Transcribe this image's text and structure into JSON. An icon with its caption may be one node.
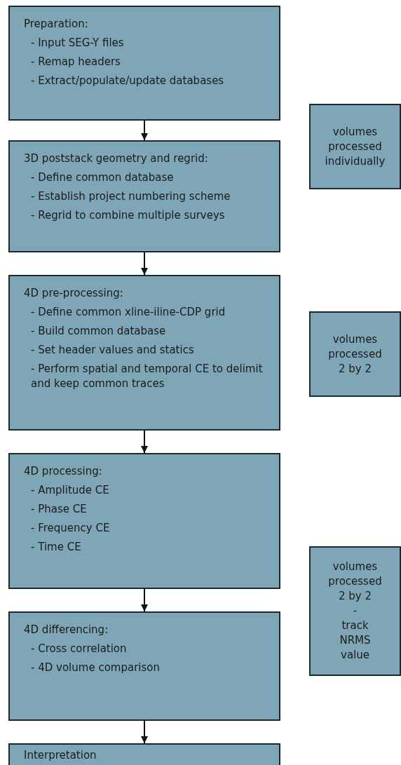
{
  "diagram": {
    "nodes": [
      {
        "text": [
          "Preparation:",
          "- Input SEG-Y files",
          "- Remap headers",
          "- Extract/populate/update databases"
        ]
      },
      {
        "text": [
          "3D poststack geometry and regrid:",
          "- Define common database",
          "- Establish project numbering scheme",
          "- Regrid to combine multiple surveys"
        ]
      },
      {
        "text": [
          "4D pre-processing:",
          "- Define common xline-iline-CDP grid",
          "- Build common database",
          "- Set header values and statics",
          "- Perform spatial and temporal CE to delimit and keep common traces"
        ]
      },
      {
        "text": [
          "4D processing:",
          "- Amplitude CE",
          "- Phase CE",
          "- Frequency CE",
          "- Time CE"
        ]
      },
      {
        "text": [
          "4D differencing:",
          "- Cross correlation",
          "- 4D volume comparison"
        ]
      },
      {
        "text": [
          "Interpretation"
        ]
      },
      {
        "text": [
          "volumes processed individually"
        ]
      },
      {
        "text": [
          "volumes processed 2 by 2"
        ]
      },
      {
        "text": [
          "volumes processed 2 by 2",
          "-",
          "track NRMS value"
        ]
      }
    ],
    "edges": [
      {
        "from": 0,
        "to": 1,
        "arrow": "to"
      },
      {
        "from": 1,
        "to": 2,
        "arrow": "to"
      },
      {
        "from": 2,
        "to": 3,
        "arrow": "to"
      },
      {
        "from": 3,
        "to": 4,
        "arrow": "to"
      },
      {
        "from": 4,
        "to": 5,
        "arrow": "to"
      }
    ]
  }
}
